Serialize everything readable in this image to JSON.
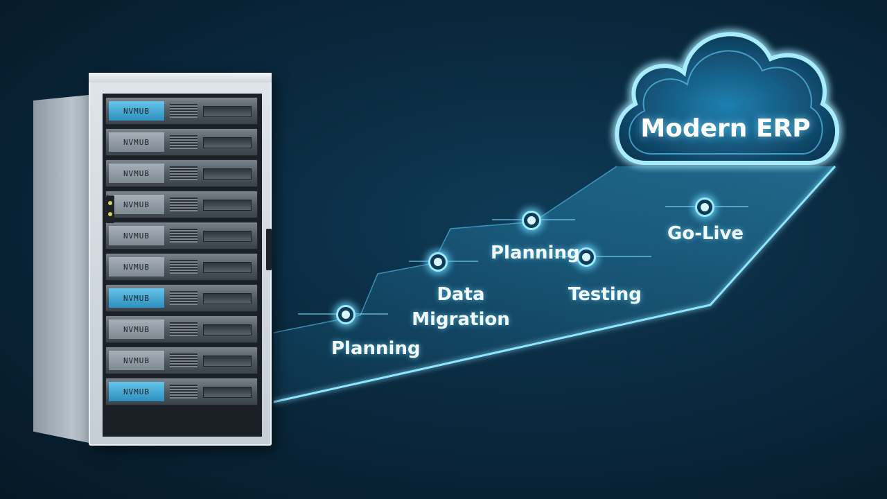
{
  "cloud": {
    "label": "Modern ERP"
  },
  "server": {
    "unit_label": "NVMUB",
    "units": [
      {
        "label": "NVMUB",
        "accent": true
      },
      {
        "label": "NVMUB",
        "accent": false
      },
      {
        "label": "NVMUB",
        "accent": false
      },
      {
        "label": "NVMUB",
        "accent": false
      },
      {
        "label": "NVMUB",
        "accent": false
      },
      {
        "label": "NVMUB",
        "accent": false
      },
      {
        "label": "NVMUB",
        "accent": true
      },
      {
        "label": "NVMUB",
        "accent": false
      },
      {
        "label": "NVMUB",
        "accent": false
      },
      {
        "label": "NVMUB",
        "accent": true
      }
    ]
  },
  "milestones": [
    {
      "label": "Planning"
    },
    {
      "label_line1": "Data",
      "label_line2": "Migration"
    },
    {
      "label": "Planning"
    },
    {
      "label": "Testing"
    },
    {
      "label": "Go-Live"
    }
  ],
  "colors": {
    "glow": "#6fd6ff",
    "background": "#0a2a40",
    "accent": "#2d8fbd"
  }
}
